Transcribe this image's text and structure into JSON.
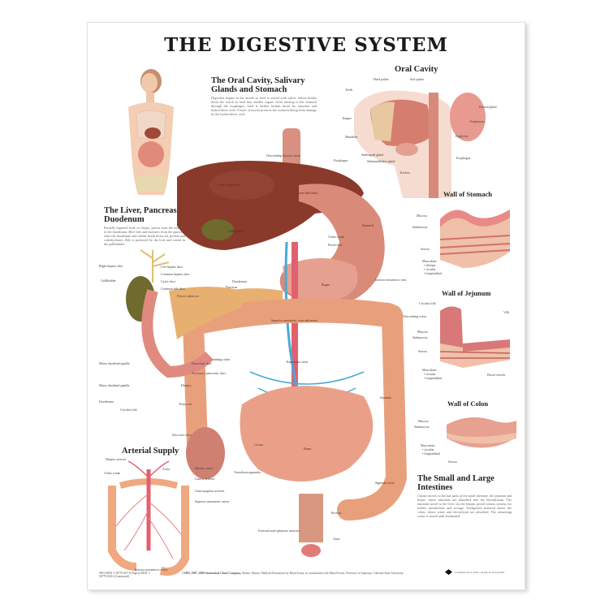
{
  "poster": {
    "title": "THE DIGESTIVE SYSTEM",
    "colors": {
      "liver": "#8a3a2a",
      "stomach": "#d98a78",
      "colon": "#e8a07c",
      "gallbladder": "#6f6a2e",
      "pancreas": "#e8b070",
      "vein": "#4aa8d8",
      "artery": "#e06070",
      "text_heading": "#222222",
      "text_body": "#666666"
    },
    "sections": {
      "oral_cavity_salivary": {
        "heading": "The Oral Cavity, Salivary Glands and Stomach",
        "body": "Digestion begins in the mouth as food is mixed with saliva. Saliva breaks down the starch in food into smaller sugars. After moving to the stomach through the esophagus, food is further broken down by enzymes and hydrochloric acid. A layer of mucus protects the stomach lining from damage by the hydrochloric acid."
      },
      "liver_pancreas": {
        "heading": "The Liver, Pancreas and Duodenum",
        "body": "Partially digested food, or chyme, passes from the stomach to the duodenum. Here bile and enzymes from the pancreas enter the duodenum and further break down fat, protein and carbohydrates. Bile is produced by the liver and stored in the gallbladder."
      },
      "intestines": {
        "heading": "The Small and Large Intestines",
        "body": "Chyme moves to the last parts of the small intestine, the jejunum and ileum, where nutrients are absorbed into the bloodstream. The nutrients travel to the liver, via the hepatic portal venous system, for further metabolism and storage. Undigested material enters the colon, where water and electrolytes are absorbed. The remaining waste is stored until eliminated."
      }
    },
    "insets": {
      "oral_cavity": {
        "title": "Oral Cavity",
        "labels": [
          "Hard palate",
          "Soft palate",
          "Teeth",
          "Parotid gland",
          "Tongue",
          "Oropharynx",
          "Mandible",
          "Epiglottis",
          "Sublingual gland",
          "Submandibular gland",
          "Esophagus",
          "Trachea"
        ]
      },
      "wall_stomach": {
        "title": "Wall of Stomach",
        "labels": [
          "Mucosa",
          "Submucosa",
          "Serosa",
          "Muscularis",
          "• oblique",
          "• circular",
          "• longitudinal"
        ]
      },
      "wall_jejunum": {
        "title": "Wall of Jejunum",
        "labels": [
          "Circular fold",
          "Villi",
          "Mucosa",
          "Submucosa",
          "Serosa",
          "Muscularis",
          "• circular",
          "• longitudinal",
          "Blood vessels"
        ]
      },
      "wall_colon": {
        "title": "Wall of Colon",
        "labels": [
          "Mucosa",
          "Submucosa",
          "Muscularis",
          "• circular",
          "• longitudinal",
          "Serosa"
        ]
      },
      "arterial_supply": {
        "title": "Arterial Supply",
        "labels": [
          "Hepatic arteries",
          "Aorta",
          "Celiac trunk",
          "Splenic artery",
          "Gastric arteries",
          "Gastroepiploic arteries",
          "Superior mesenteric artery",
          "Inferior mesenteric artery"
        ]
      },
      "biliary": {
        "labels": [
          "Right hepatic duct",
          "Left hepatic duct",
          "Common hepatic duct",
          "Gallbladder",
          "Cystic duct",
          "Common bile duct",
          "Pyloric sphincter",
          "Minor duodenal papilla",
          "Pancreatic duct",
          "Accessory pancreatic duct",
          "Major duodenal papilla",
          "Duodenum",
          "Circular fold"
        ]
      }
    },
    "main_labels": {
      "descending_aorta": "Descending thoracic aorta",
      "esophagus": "Esophagus",
      "liver_right": "Liver (right lobe)",
      "liver_left": "Liver (left lobe)",
      "gallbladder": "Gallbladder",
      "stomach": "Stomach",
      "celiac": "Celiac trunk",
      "portal": "Portal vein",
      "duodenum": "Duodenum",
      "pancreas": "Pancreas",
      "rugae": "Rugae",
      "inferior_mesenteric_vein": "Inferior mesenteric vein",
      "superior_mesenteric": "Superior mesenteric vein and artery",
      "descending_colon": "Descending colon",
      "ascending_colon": "Ascending colon",
      "transverse_colon": "Transverse colon",
      "haustra": "Haustra",
      "jejunum": "Jejunum",
      "tenia_coli": "Tenia coli",
      "ileocecal": "Ileocecal valve",
      "cecum": "Cecum",
      "ileum": "Ileum",
      "appendix": "Vermiform appendix",
      "sigmoid": "Sigmoid colon",
      "rectum": "Rectum",
      "external_sphincter": "External anal sphincter muscles",
      "anus": "Anus"
    },
    "footer": {
      "catalog": "9691 ISBN 1-58779-067-6 (Paper) ISBN 1-58779-068-4 (Laminated)",
      "copyright_bold": "©1995, 1997, 2000 Anatomical Chart Company,",
      "copyright_rest": "Skokie, Illinois. Medical illustrations by Brian Evans, in consultation with Mark Fowier, Professor of Anatomy, Colorado State University.",
      "publisher": "LIPPINCOTT WILLIAMS & WILKINS"
    }
  }
}
